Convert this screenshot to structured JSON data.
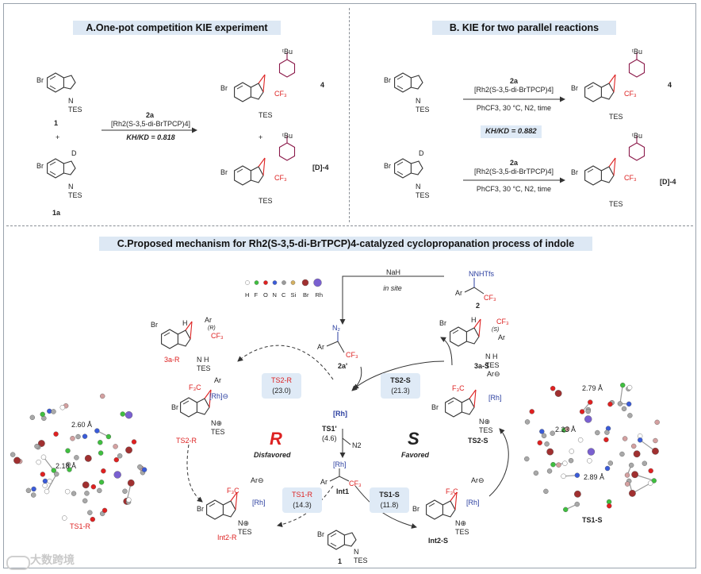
{
  "panelA": {
    "title": "A.One-pot competition KIE experiment",
    "compound1": "1",
    "compound1a": "1a",
    "plus1": "+",
    "plus2": "+",
    "reagent": "2a",
    "catalyst": "[Rh2(S-3,5-di-BrTPCP)4]",
    "kie": "KH/KD = 0.818",
    "product4": "4",
    "productD4": "[D]-4"
  },
  "panelB": {
    "title": "B. KIE for two parallel reactions",
    "reagent": "2a",
    "catalyst": "[Rh2(S-3,5-di-BrTPCP)4]",
    "conditions": "PhCF3, 30 °C, N2, time",
    "kie": "KH/KD = 0.882",
    "product4": "4",
    "productD4": "[D]-4"
  },
  "panelC": {
    "title": "C.Proposed mechanism for Rh2(S-3,5-di-BrTPCP)4-catalyzed cyclopropanation process of indole",
    "legend": [
      "H",
      "F",
      "O",
      "N",
      "C",
      "Si",
      "Br",
      "Rh"
    ],
    "legend_colors": [
      "#ffffff",
      "#3fbf3f",
      "#e02020",
      "#3a5bd9",
      "#9a9a9a",
      "#d4b060",
      "#a03030",
      "#7a60d0"
    ],
    "nah": "NaH",
    "insite": "in site",
    "compound2": "2",
    "compound2_group": "NNHTfs",
    "compound2a": "2a'",
    "rh": "[Rh]",
    "ts1prime": "TS1'",
    "ts1prime_energy": "(4.6)",
    "n2": "N2",
    "int1": "Int1",
    "label_r": "R",
    "label_s": "S",
    "disfavored": "Disfavored",
    "favored": "Favored",
    "ts2r": "TS2-R",
    "ts2r_energy": "(23.0)",
    "ts2s": "TS2-S",
    "ts2s_energy": "(21.3)",
    "ts1r": "TS1-R",
    "ts1r_energy": "(14.3)",
    "ts1s": "TS1-S",
    "ts1s_energy": "(11.8)",
    "p3ar": "3a-R",
    "p3as": "3a-S",
    "ts2r_struct": "TS2-R",
    "ts2s_struct": "TS2-S",
    "int2r": "Int2-R",
    "int2s": "Int2-S",
    "indole1": "1",
    "ts1r_model": "TS1-R",
    "ts1s_model": "TS1-S",
    "dist_260": "2.60 Å",
    "dist_218": "2.18 Å",
    "dist_279": "2.79 Å",
    "dist_223": "2.23 Å",
    "dist_289": "2.89 Å"
  },
  "watermark": "大数跨境"
}
